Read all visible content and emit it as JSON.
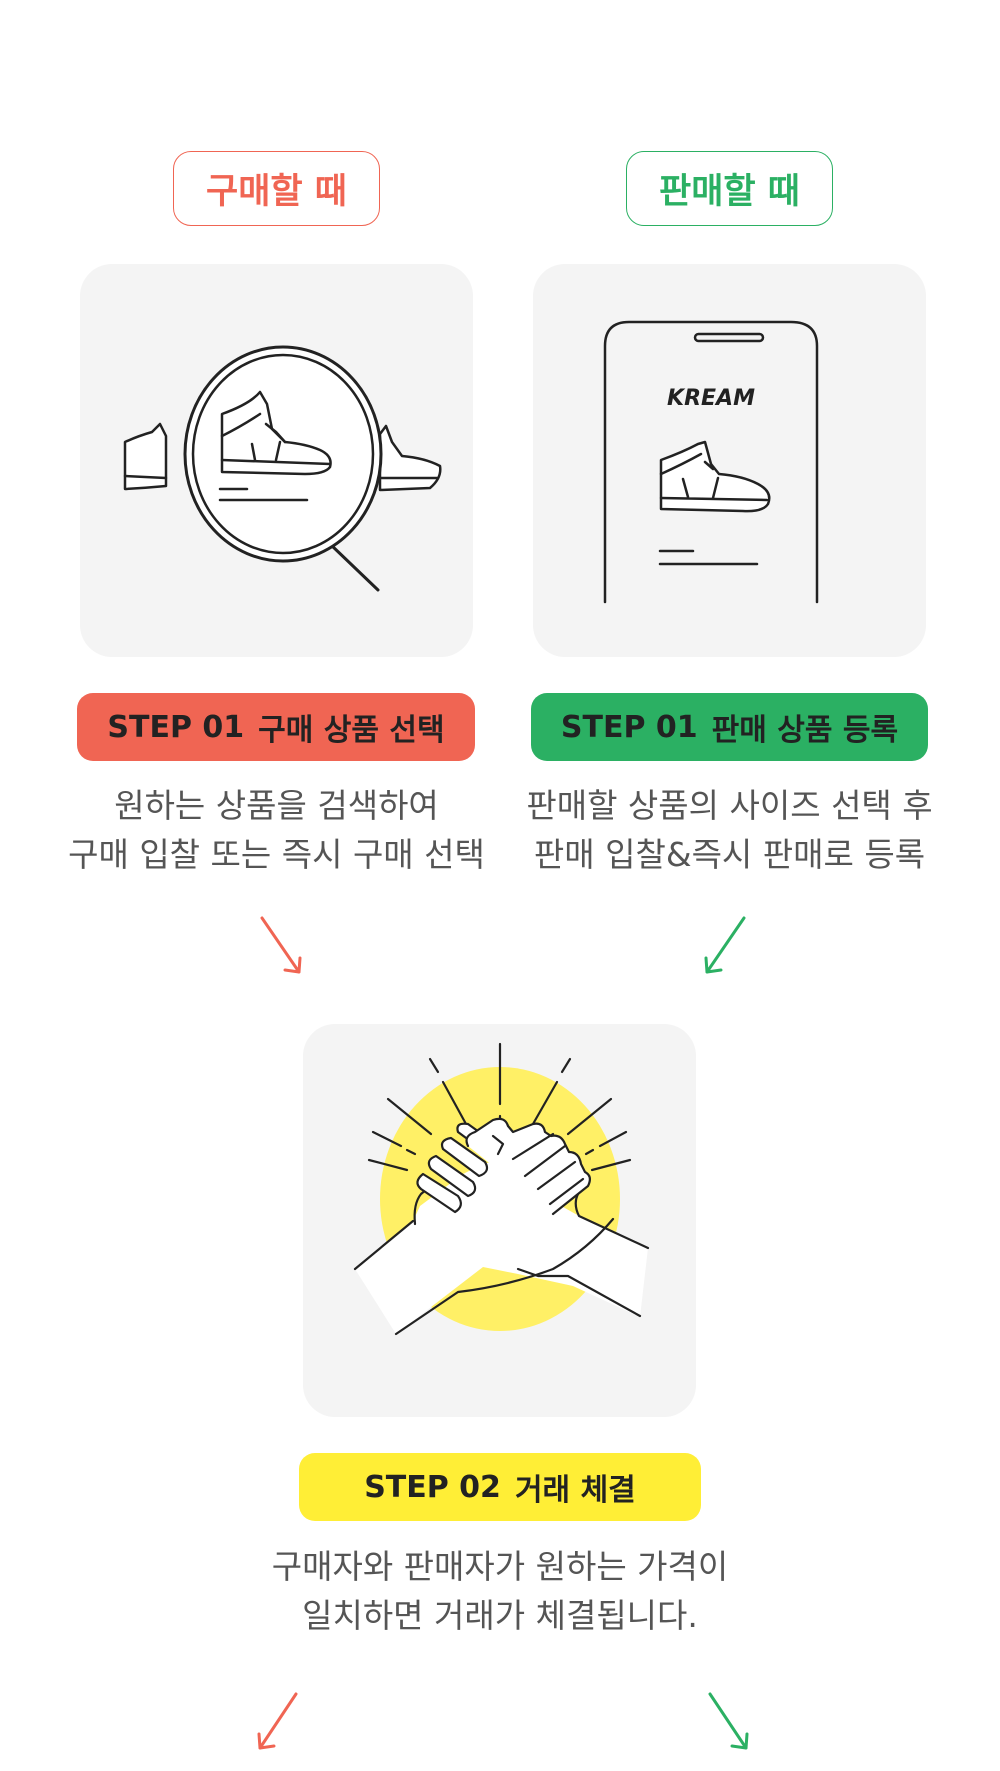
{
  "colors": {
    "buy": "#F06553",
    "sell": "#2BB063",
    "deal": "#FFEE36",
    "card_bg": "#F4F4F4"
  },
  "buy": {
    "mode_label": "구매할 때",
    "step": "STEP 01",
    "step_title": "구매 상품 선택",
    "description": [
      "원하는 상품을 검색하여",
      "구매 입찰 또는 즉시 구매 선택"
    ],
    "illustration": "magnifier-sneaker-icon"
  },
  "sell": {
    "mode_label": "판매할 때",
    "step": "STEP 01",
    "step_title": "판매 상품 등록",
    "description": [
      "판매할 상품의 사이즈 선택 후",
      "판매 입찰&즉시 판매로 등록"
    ],
    "illustration": "phone-sneaker-icon",
    "phone_logo": "KREAM"
  },
  "deal": {
    "step": "STEP 02",
    "step_title": "거래 체결",
    "description": [
      "구매자와 판매자가 원하는 가격이",
      "일치하면 거래가 체결됩니다."
    ],
    "illustration": "handshake-icon"
  }
}
